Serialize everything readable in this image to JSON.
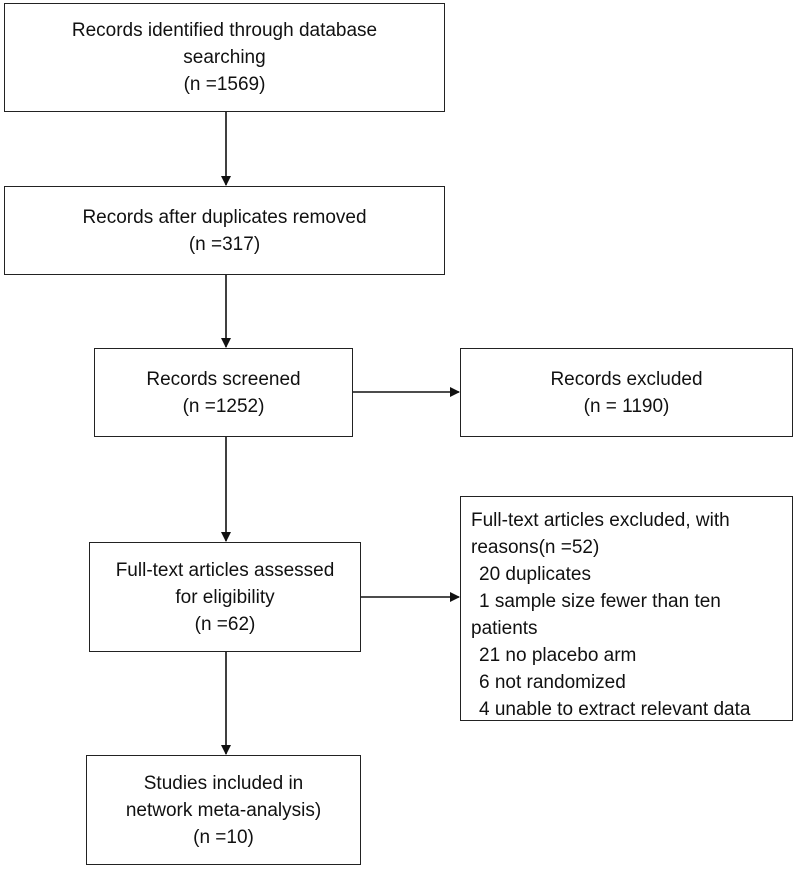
{
  "boxes": {
    "identified": {
      "lines": [
        "Records identified through database",
        "searching",
        "(n =1569)"
      ]
    },
    "after_duplicates": {
      "lines": [
        "Records after duplicates removed",
        "(n =317)"
      ]
    },
    "screened": {
      "lines": [
        "Records screened",
        "(n =1252)"
      ]
    },
    "excluded": {
      "lines": [
        "Records excluded",
        "(n = 1190)"
      ]
    },
    "fulltext_assessed": {
      "lines": [
        "Full-text articles assessed",
        "for eligibility",
        "(n =62)"
      ]
    },
    "fulltext_excluded": {
      "heading": [
        "Full-text articles excluded, with",
        "reasons(n =52)"
      ],
      "reasons": [
        "20 duplicates",
        "1 sample size fewer than ten",
        "patients",
        "21 no placebo arm",
        "6 not randomized",
        "4 unable to extract relevant data"
      ]
    },
    "included": {
      "lines": [
        "Studies included in",
        "network meta-analysis)",
        "(n =10)"
      ]
    }
  }
}
